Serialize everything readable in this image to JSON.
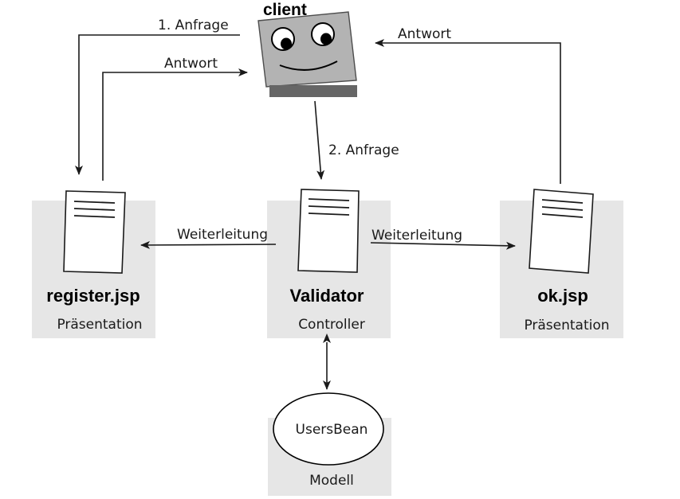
{
  "client": {
    "label": "client"
  },
  "edges": {
    "request1": "1. Anfrage",
    "response_left": "Antwort",
    "request2": "2. Anfrage",
    "response_right": "Antwort",
    "forward_left": "Weiterleitung",
    "forward_right": "Weiterleitung"
  },
  "nodes": {
    "register": {
      "title": "register.jsp",
      "role": "Präsentation"
    },
    "validator": {
      "title": "Validator",
      "role": "Controller"
    },
    "ok": {
      "title": "ok.jsp",
      "role": "Präsentation"
    },
    "model": {
      "title": "UsersBean",
      "role": "Modell"
    }
  },
  "colors": {
    "box": "#e6e6e6",
    "ink": "#1a1a1a",
    "client_face": "#b3b3b3",
    "client_base": "#666666"
  }
}
